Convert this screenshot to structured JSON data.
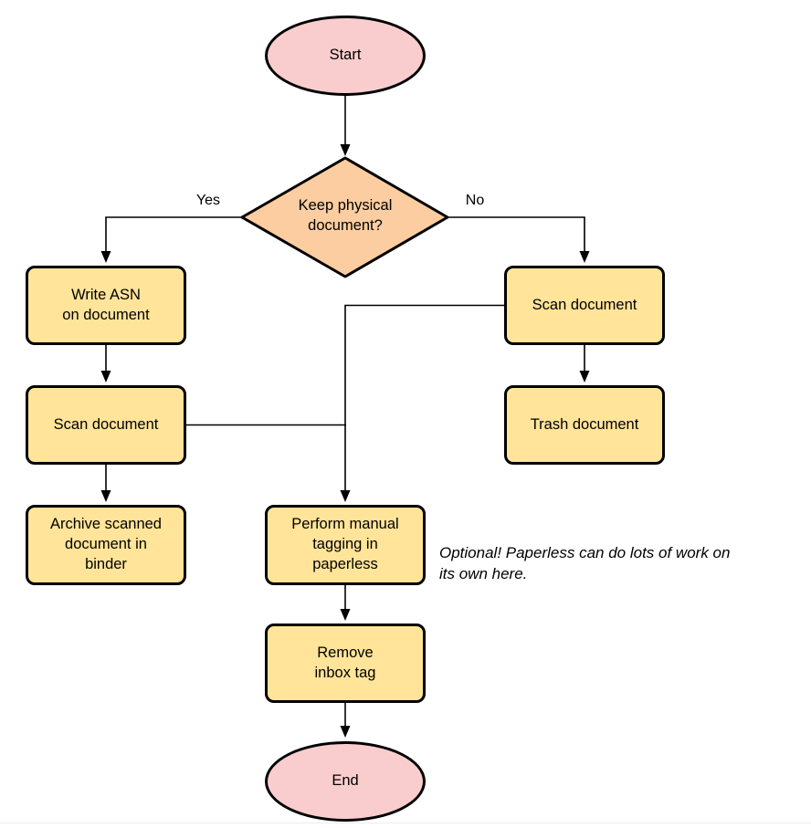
{
  "colors": {
    "terminal_fill": "#f9cdce",
    "decision_fill": "#fccda0",
    "process_fill": "#ffe499",
    "stroke": "#000000",
    "bottom_rule": "#ececec"
  },
  "nodes": {
    "start": {
      "type": "terminal",
      "label": "Start"
    },
    "decision": {
      "type": "decision",
      "label": "Keep physical\ndocument?"
    },
    "write_asn": {
      "type": "process",
      "label": "Write ASN\non document"
    },
    "scan_left": {
      "type": "process",
      "label": "Scan document"
    },
    "archive": {
      "type": "process",
      "label": "Archive scanned\ndocument in\nbinder"
    },
    "scan_right": {
      "type": "process",
      "label": "Scan document"
    },
    "trash": {
      "type": "process",
      "label": "Trash document"
    },
    "tagging": {
      "type": "process",
      "label": "Perform manual\ntagging in\npaperless"
    },
    "remove_inbox": {
      "type": "process",
      "label": "Remove\ninbox tag"
    },
    "end": {
      "type": "terminal",
      "label": "End"
    }
  },
  "edge_labels": {
    "yes": "Yes",
    "no": "No"
  },
  "note": {
    "text": "Optional! Paperless can do lots of work on\nits own here."
  }
}
